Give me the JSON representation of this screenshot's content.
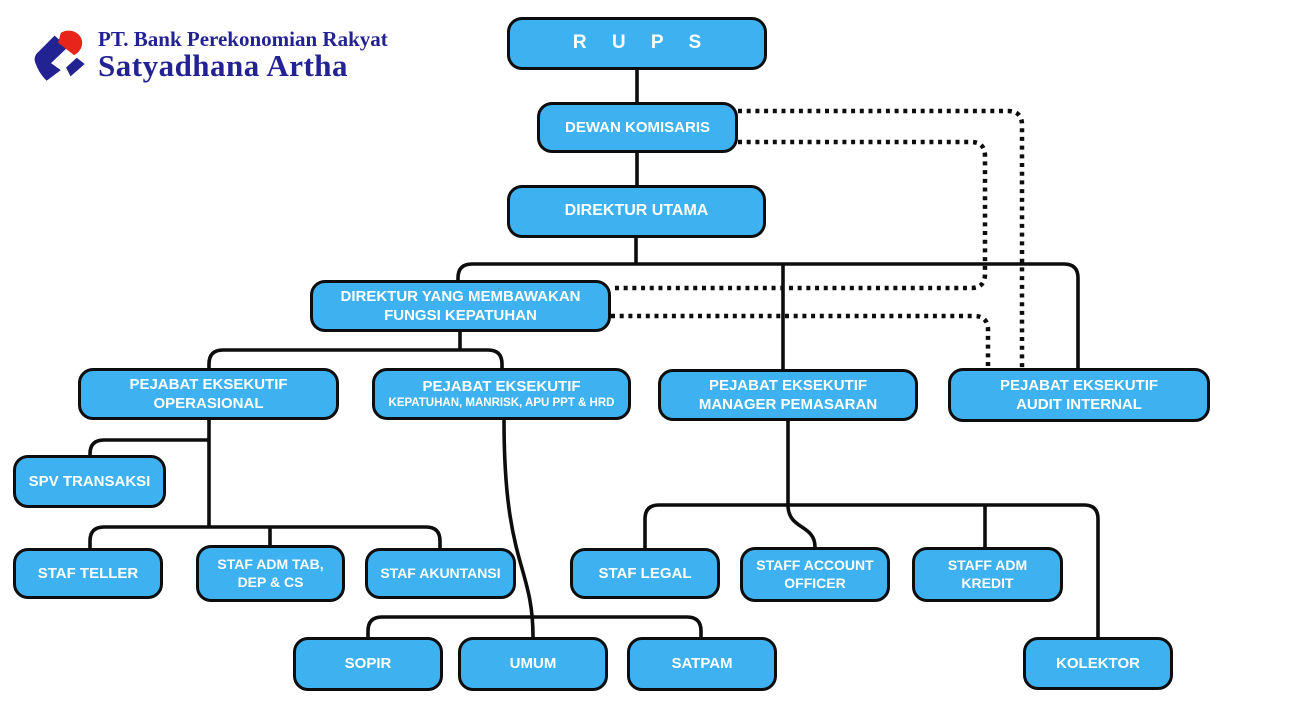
{
  "header": {
    "company_line1": "PT. Bank Perekonomian Rakyat",
    "company_line2": "Satyadhana Artha"
  },
  "colors": {
    "node_fill": "#3eb1f1",
    "node_border": "#0d0d0d",
    "node_text": "#ffffff",
    "connector": "#0d0d0d",
    "logo_navy": "#232293",
    "logo_red": "#e8251b",
    "background": "#ffffff"
  },
  "nodes": {
    "rups": {
      "label": "R U P S"
    },
    "dewan_komisaris": {
      "label": "DEWAN KOMISARIS"
    },
    "direktur_utama": {
      "label": "DIREKTUR UTAMA"
    },
    "direktur_kepatuhan": {
      "label": "DIREKTUR YANG MEMBAWAKAN\nFUNGSI KEPATUHAN"
    },
    "pe_operasional": {
      "label": "PEJABAT EKSEKUTIF\nOPERASIONAL"
    },
    "pe_kepatuhan": {
      "label": "PEJABAT EKSEKUTIF",
      "sublabel": "KEPATUHAN, MANRISK, APU PPT & HRD"
    },
    "pe_pemasaran": {
      "label": "PEJABAT EKSEKUTIF\nMANAGER PEMASARAN"
    },
    "pe_audit": {
      "label": "PEJABAT EKSEKUTIF\nAUDIT INTERNAL"
    },
    "spv_transaksi": {
      "label": "SPV TRANSAKSI"
    },
    "staf_teller": {
      "label": "STAF TELLER"
    },
    "staf_adm_tab": {
      "label": "STAF ADM TAB,\nDEP & CS"
    },
    "staf_akuntansi": {
      "label": "STAF AKUNTANSI"
    },
    "staf_legal": {
      "label": "STAF LEGAL"
    },
    "staff_account_officer": {
      "label": "STAFF ACCOUNT\nOFFICER"
    },
    "staff_adm_kredit": {
      "label": "STAFF ADM\nKREDIT"
    },
    "sopir": {
      "label": "SOPIR"
    },
    "umum": {
      "label": "UMUM"
    },
    "satpam": {
      "label": "SATPAM"
    },
    "kolektor": {
      "label": "KOLEKTOR"
    }
  },
  "chart_data": {
    "type": "org-chart",
    "title": "Struktur Organisasi PT. Bank Perekonomian Rakyat Satyadhana Artha",
    "solid_edges": [
      [
        "RUPS",
        "DEWAN KOMISARIS"
      ],
      [
        "DEWAN KOMISARIS",
        "DIREKTUR UTAMA"
      ],
      [
        "DIREKTUR UTAMA",
        "DIREKTUR YANG MEMBAWAKAN FUNGSI KEPATUHAN"
      ],
      [
        "DIREKTUR UTAMA",
        "PEJABAT EKSEKUTIF MANAGER PEMASARAN"
      ],
      [
        "DIREKTUR UTAMA",
        "PEJABAT EKSEKUTIF AUDIT INTERNAL"
      ],
      [
        "DIREKTUR YANG MEMBAWAKAN FUNGSI KEPATUHAN",
        "PEJABAT EKSEKUTIF OPERASIONAL"
      ],
      [
        "DIREKTUR YANG MEMBAWAKAN FUNGSI KEPATUHAN",
        "PEJABAT EKSEKUTIF KEPATUHAN, MANRISK, APU PPT & HRD"
      ],
      [
        "PEJABAT EKSEKUTIF OPERASIONAL",
        "SPV TRANSAKSI"
      ],
      [
        "PEJABAT EKSEKUTIF OPERASIONAL",
        "STAF TELLER"
      ],
      [
        "PEJABAT EKSEKUTIF OPERASIONAL",
        "STAF ADM TAB, DEP & CS"
      ],
      [
        "PEJABAT EKSEKUTIF OPERASIONAL",
        "STAF AKUNTANSI"
      ],
      [
        "PEJABAT EKSEKUTIF KEPATUHAN, MANRISK, APU PPT & HRD",
        "SOPIR"
      ],
      [
        "PEJABAT EKSEKUTIF KEPATUHAN, MANRISK, APU PPT & HRD",
        "UMUM"
      ],
      [
        "PEJABAT EKSEKUTIF KEPATUHAN, MANRISK, APU PPT & HRD",
        "SATPAM"
      ],
      [
        "PEJABAT EKSEKUTIF MANAGER PEMASARAN",
        "STAF LEGAL"
      ],
      [
        "PEJABAT EKSEKUTIF MANAGER PEMASARAN",
        "STAFF ACCOUNT OFFICER"
      ],
      [
        "PEJABAT EKSEKUTIF MANAGER PEMASARAN",
        "STAFF ADM KREDIT"
      ],
      [
        "PEJABAT EKSEKUTIF MANAGER PEMASARAN",
        "KOLEKTOR"
      ]
    ],
    "dotted_edges": [
      [
        "DEWAN KOMISARIS",
        "PEJABAT EKSEKUTIF AUDIT INTERNAL"
      ],
      [
        "DEWAN KOMISARIS",
        "DIREKTUR YANG MEMBAWAKAN FUNGSI KEPATUHAN"
      ],
      [
        "DIREKTUR YANG MEMBAWAKAN FUNGSI KEPATUHAN",
        "PEJABAT EKSEKUTIF AUDIT INTERNAL"
      ]
    ]
  }
}
